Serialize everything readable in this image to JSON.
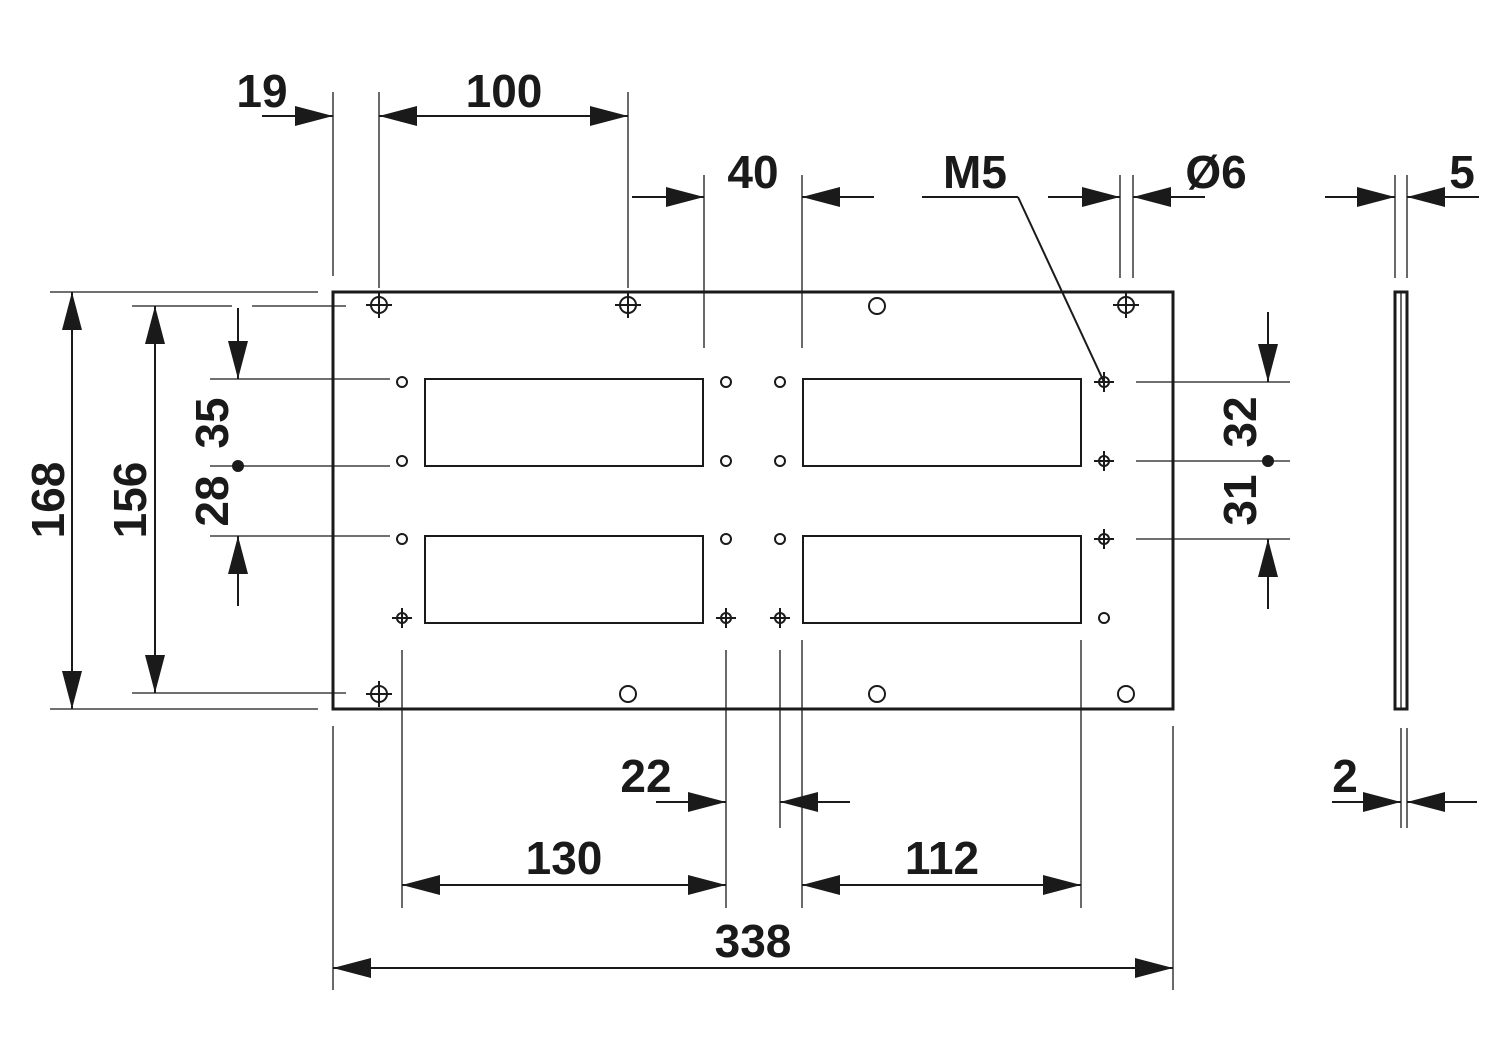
{
  "drawing": {
    "ink_color": "#1a1a1a",
    "background": "#ffffff"
  },
  "dimensions": {
    "edge_to_first_hole": "19",
    "hole_spacing_top": "100",
    "center_gap": "40",
    "thread_label": "M5",
    "hole_diameter": "Ø6",
    "plate_thickness": "5",
    "total_height": "168",
    "hole_row_height": "156",
    "upper_cutout_offset": "35",
    "cutout_height_left": "28",
    "right_upper_offset": "32",
    "right_cutout_height": "31",
    "web_width": "22",
    "left_cutout_span": "130",
    "right_cutout_span": "112",
    "total_width": "338",
    "sheet_thickness": "2"
  }
}
